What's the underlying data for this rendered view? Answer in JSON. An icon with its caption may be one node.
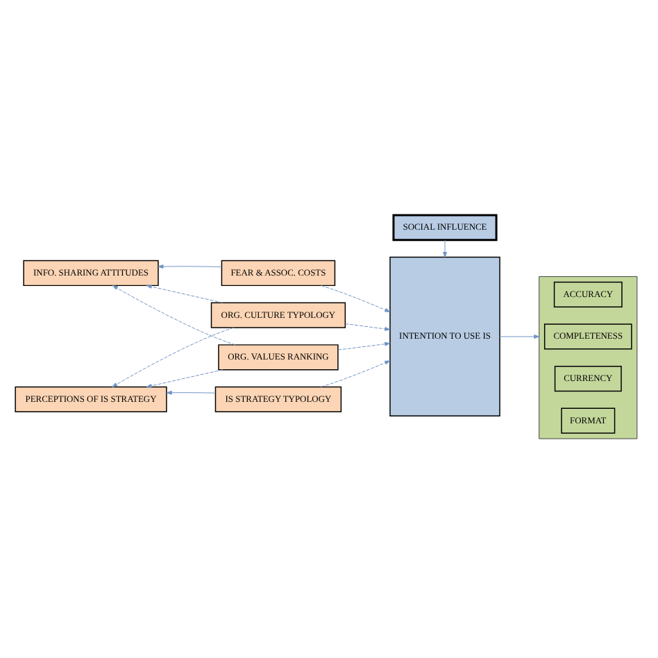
{
  "diagram": {
    "nodes": [
      {
        "text": [
          "INFO. SHARING ATTITUDES"
        ]
      },
      {
        "text": [
          "FEAR & ASSOC. COSTS"
        ]
      },
      {
        "text": [
          "ORG. CULTURE TYPOLOGY"
        ]
      },
      {
        "text": [
          "ORG. VALUES RANKING"
        ]
      },
      {
        "text": [
          "PERCEPTIONS OF IS STRATEGY"
        ]
      },
      {
        "text": [
          "IS STRATEGY TYPOLOGY"
        ]
      },
      {
        "text": [
          "INTENTION TO USE IS"
        ]
      },
      {
        "text": [],
        "shape": "box"
      },
      {
        "text": [
          "ACCURACY"
        ],
        "in": 7
      },
      {
        "text": [
          "COMPLETENESS"
        ],
        "in": 7
      },
      {
        "text": [
          "CURRENCY"
        ],
        "in": 7
      },
      {
        "text": [
          "FORMAT"
        ],
        "in": 7
      },
      {
        "text": [
          "SOCIAL INFLUENCE"
        ]
      }
    ],
    "edges": [
      {
        "from": 1,
        "to": 0,
        "arrow": "to"
      },
      {
        "from": 2,
        "to": 0,
        "arrow": "to",
        "style": "dashed"
      },
      {
        "from": 3,
        "to": 0,
        "arrow": "to",
        "style": "dashed"
      },
      {
        "from": 2,
        "to": 4,
        "arrow": "to",
        "style": "dashed"
      },
      {
        "from": 3,
        "to": 4,
        "arrow": "to",
        "style": "dashed"
      },
      {
        "from": 5,
        "to": 4,
        "arrow": "to"
      },
      {
        "from": 1,
        "to": 6,
        "arrow": "to",
        "style": "dashed"
      },
      {
        "from": 2,
        "to": 6,
        "arrow": "to",
        "style": "dashed"
      },
      {
        "from": 3,
        "to": 6,
        "arrow": "to",
        "style": "dashed"
      },
      {
        "from": 5,
        "to": 6,
        "arrow": "to",
        "style": "dashed"
      },
      {
        "from": 6,
        "to": 7,
        "arrow": "to"
      },
      {
        "from": 12,
        "to": 6,
        "arrow": "to"
      }
    ]
  }
}
